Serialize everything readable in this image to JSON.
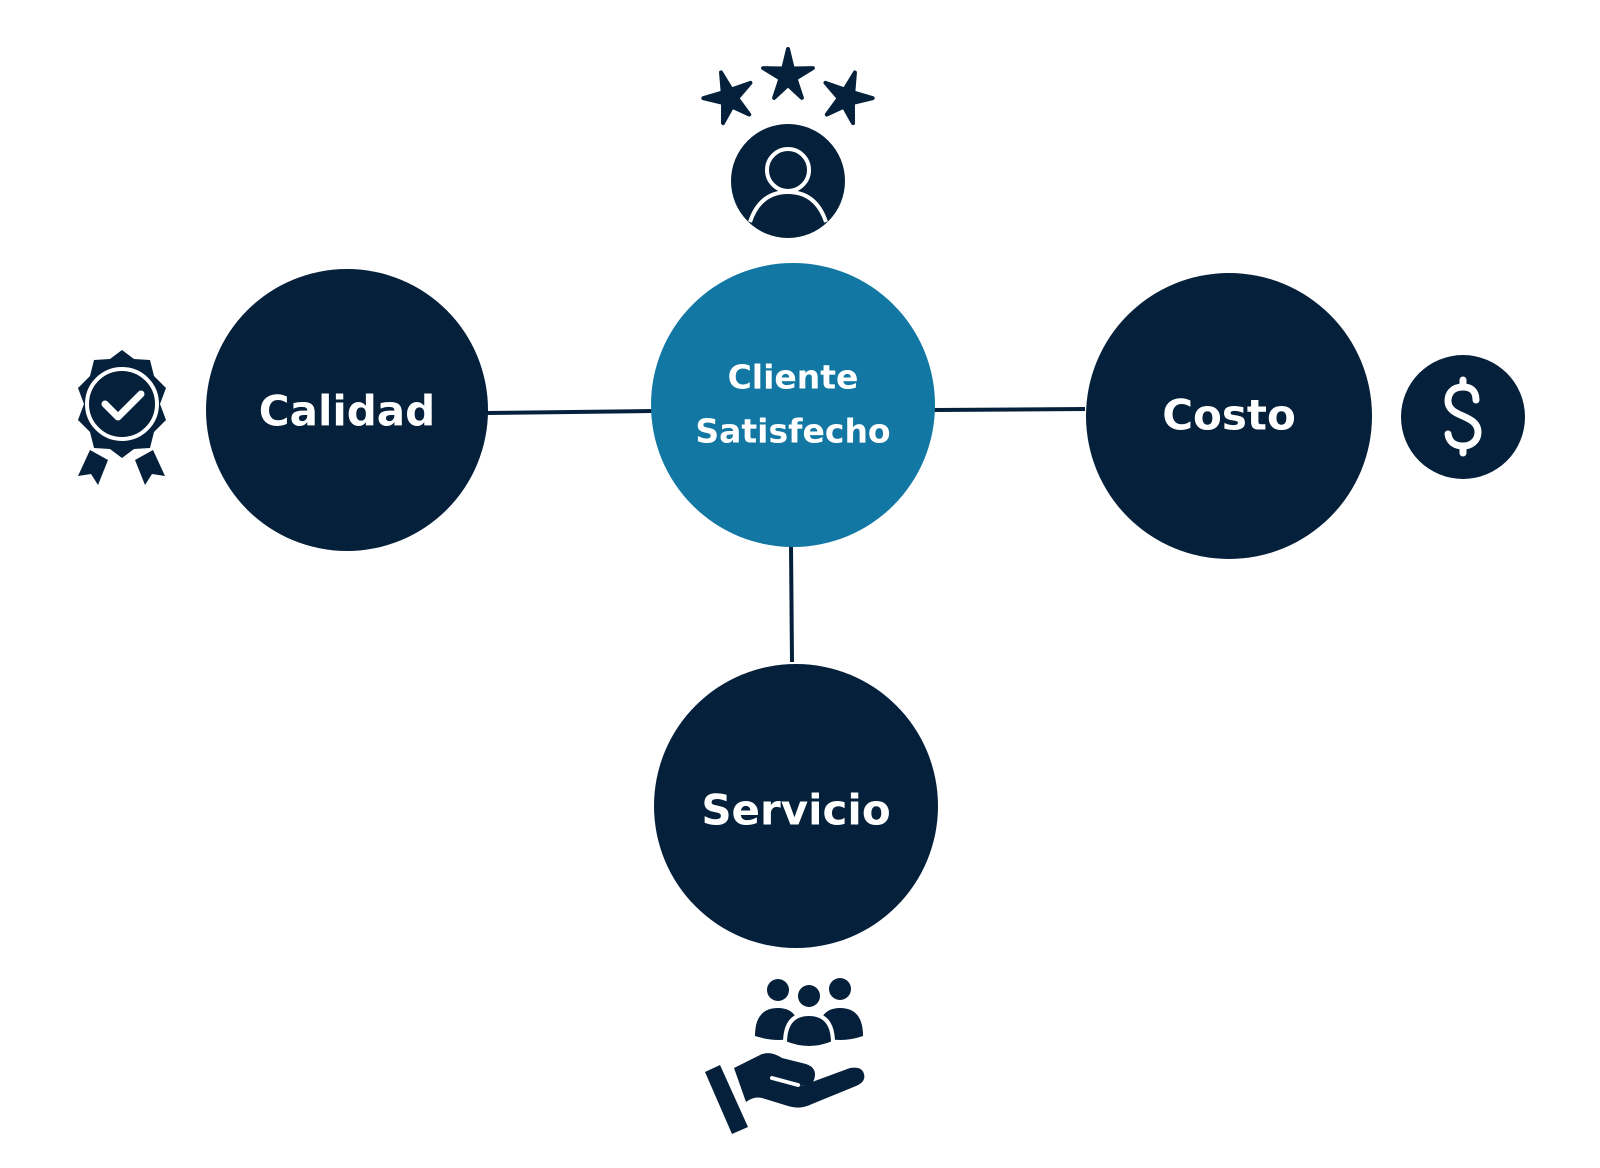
{
  "center": {
    "line1": "Cliente",
    "line2": "Satisfecho",
    "icon": "satisfied-customer-icon"
  },
  "nodes": {
    "quality": {
      "label": "Calidad",
      "icon": "quality-badge-icon"
    },
    "cost": {
      "label": "Costo",
      "icon": "dollar-icon"
    },
    "service": {
      "label": "Servicio",
      "icon": "customer-service-hand-icon"
    }
  },
  "colors": {
    "dark_node": "#05203a",
    "center_node": "#1278a3",
    "connector": "#05203a",
    "text": "#ffffff"
  }
}
